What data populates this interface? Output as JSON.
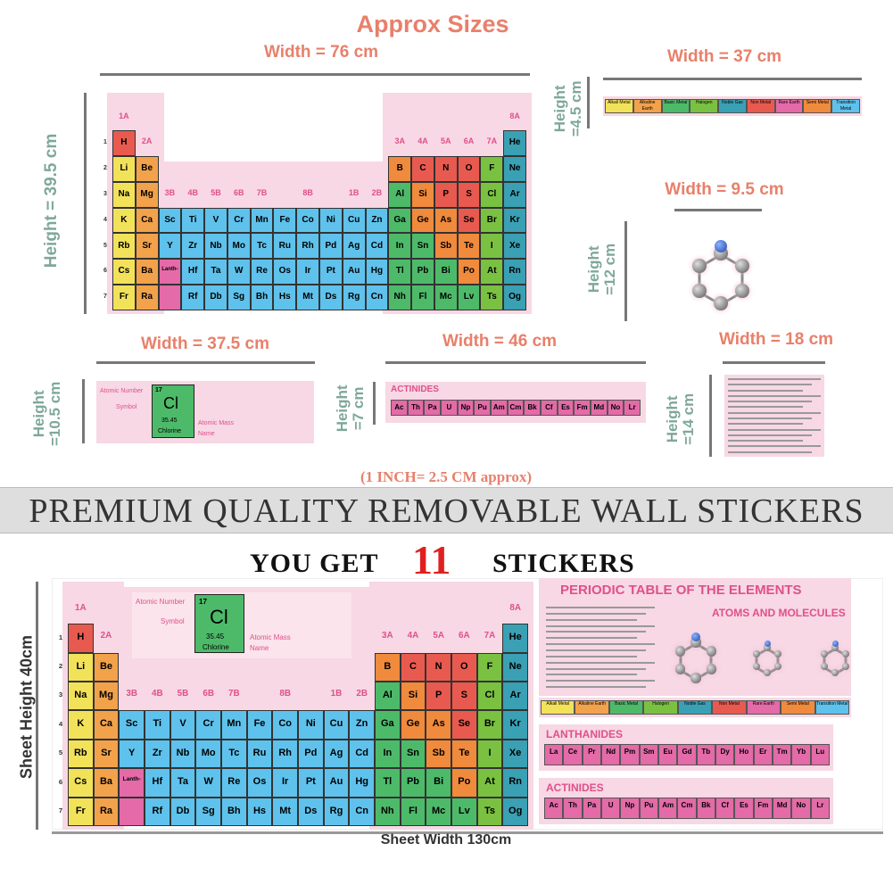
{
  "header": {
    "title": "Approx Sizes",
    "conversion": "(1 INCH= 2.5 CM approx)"
  },
  "stickers": {
    "periodic_table": {
      "width": "Width =  76 cm",
      "height": "Height =  39.5 cm"
    },
    "legend_strip": {
      "width": "Width =  37 cm",
      "height": "Height\n=4.5 cm"
    },
    "molecule": {
      "width": "Width =  9.5 cm",
      "height": "Height\n=12 cm"
    },
    "info_box": {
      "width": "Width =  37.5 cm",
      "height": "Height\n=10.5 cm"
    },
    "actinides": {
      "width": "Width =  46 cm",
      "height": "Height\n=7 cm"
    },
    "info_text": {
      "width": "Width =  18 cm",
      "height": "Height\n=14 cm"
    }
  },
  "banner": {
    "text": "PREMIUM QUALITY REMOVABLE WALL STICKERS",
    "you_get": "YOU GET",
    "count": "11",
    "stickers": "STICKERS"
  },
  "sheet": {
    "height_label": "Sheet Height 40cm",
    "width_label": "Sheet Width 130cm",
    "heading": "PERIODIC TABLE OF THE ELEMENTS",
    "subheading": "ATOMS AND MOLECULES",
    "lanthanides": "LANTHANIDES",
    "actinides": "ACTINIDES",
    "key": {
      "number": "Atomic Number",
      "symbol": "Symbol",
      "mass": "Atomic Mass",
      "name": "Name",
      "z": "17",
      "sym": "Cl",
      "m": "35.45",
      "elname": "Chlorine"
    }
  },
  "legend": [
    "Alkali Metal",
    "Alkaline Earth",
    "Basic Metal",
    "Halogen",
    "Noble Gas",
    "Non Metal",
    "Rare Earth",
    "Semi Metal",
    "Transition Metal"
  ],
  "groups_top": [
    "1A",
    "2A",
    "3A",
    "4A",
    "5A",
    "6A",
    "7A",
    "8A"
  ],
  "groups_mid": [
    "3B",
    "4B",
    "5B",
    "6B",
    "7B",
    "8B",
    "1B",
    "2B"
  ],
  "periods": [
    "1",
    "2",
    "3",
    "4",
    "5",
    "6",
    "7"
  ],
  "elements": [
    {
      "r": 0,
      "c": 0,
      "s": "H",
      "k": "nm"
    },
    {
      "r": 0,
      "c": 17,
      "s": "He",
      "k": "ng"
    },
    {
      "r": 1,
      "c": 0,
      "s": "Li",
      "k": "am"
    },
    {
      "r": 1,
      "c": 1,
      "s": "Be",
      "k": "ae"
    },
    {
      "r": 1,
      "c": 12,
      "s": "B",
      "k": "sm"
    },
    {
      "r": 1,
      "c": 13,
      "s": "C",
      "k": "nm"
    },
    {
      "r": 1,
      "c": 14,
      "s": "N",
      "k": "nm"
    },
    {
      "r": 1,
      "c": 15,
      "s": "O",
      "k": "nm"
    },
    {
      "r": 1,
      "c": 16,
      "s": "F",
      "k": "ha"
    },
    {
      "r": 1,
      "c": 17,
      "s": "Ne",
      "k": "ng"
    },
    {
      "r": 2,
      "c": 0,
      "s": "Na",
      "k": "am"
    },
    {
      "r": 2,
      "c": 1,
      "s": "Mg",
      "k": "ae"
    },
    {
      "r": 2,
      "c": 12,
      "s": "Al",
      "k": "bm"
    },
    {
      "r": 2,
      "c": 13,
      "s": "Si",
      "k": "sm"
    },
    {
      "r": 2,
      "c": 14,
      "s": "P",
      "k": "nm"
    },
    {
      "r": 2,
      "c": 15,
      "s": "S",
      "k": "nm"
    },
    {
      "r": 2,
      "c": 16,
      "s": "Cl",
      "k": "ha"
    },
    {
      "r": 2,
      "c": 17,
      "s": "Ar",
      "k": "ng"
    },
    {
      "r": 3,
      "c": 0,
      "s": "K",
      "k": "am"
    },
    {
      "r": 3,
      "c": 1,
      "s": "Ca",
      "k": "ae"
    },
    {
      "r": 3,
      "c": 2,
      "s": "Sc",
      "k": "tm"
    },
    {
      "r": 3,
      "c": 3,
      "s": "Ti",
      "k": "tm"
    },
    {
      "r": 3,
      "c": 4,
      "s": "V",
      "k": "tm"
    },
    {
      "r": 3,
      "c": 5,
      "s": "Cr",
      "k": "tm"
    },
    {
      "r": 3,
      "c": 6,
      "s": "Mn",
      "k": "tm"
    },
    {
      "r": 3,
      "c": 7,
      "s": "Fe",
      "k": "tm"
    },
    {
      "r": 3,
      "c": 8,
      "s": "Co",
      "k": "tm"
    },
    {
      "r": 3,
      "c": 9,
      "s": "Ni",
      "k": "tm"
    },
    {
      "r": 3,
      "c": 10,
      "s": "Cu",
      "k": "tm"
    },
    {
      "r": 3,
      "c": 11,
      "s": "Zn",
      "k": "tm"
    },
    {
      "r": 3,
      "c": 12,
      "s": "Ga",
      "k": "bm"
    },
    {
      "r": 3,
      "c": 13,
      "s": "Ge",
      "k": "sm"
    },
    {
      "r": 3,
      "c": 14,
      "s": "As",
      "k": "sm"
    },
    {
      "r": 3,
      "c": 15,
      "s": "Se",
      "k": "nm"
    },
    {
      "r": 3,
      "c": 16,
      "s": "Br",
      "k": "ha"
    },
    {
      "r": 3,
      "c": 17,
      "s": "Kr",
      "k": "ng"
    },
    {
      "r": 4,
      "c": 0,
      "s": "Rb",
      "k": "am"
    },
    {
      "r": 4,
      "c": 1,
      "s": "Sr",
      "k": "ae"
    },
    {
      "r": 4,
      "c": 2,
      "s": "Y",
      "k": "tm"
    },
    {
      "r": 4,
      "c": 3,
      "s": "Zr",
      "k": "tm"
    },
    {
      "r": 4,
      "c": 4,
      "s": "Nb",
      "k": "tm"
    },
    {
      "r": 4,
      "c": 5,
      "s": "Mo",
      "k": "tm"
    },
    {
      "r": 4,
      "c": 6,
      "s": "Tc",
      "k": "tm"
    },
    {
      "r": 4,
      "c": 7,
      "s": "Ru",
      "k": "tm"
    },
    {
      "r": 4,
      "c": 8,
      "s": "Rh",
      "k": "tm"
    },
    {
      "r": 4,
      "c": 9,
      "s": "Pd",
      "k": "tm"
    },
    {
      "r": 4,
      "c": 10,
      "s": "Ag",
      "k": "tm"
    },
    {
      "r": 4,
      "c": 11,
      "s": "Cd",
      "k": "tm"
    },
    {
      "r": 4,
      "c": 12,
      "s": "In",
      "k": "bm"
    },
    {
      "r": 4,
      "c": 13,
      "s": "Sn",
      "k": "bm"
    },
    {
      "r": 4,
      "c": 14,
      "s": "Sb",
      "k": "sm"
    },
    {
      "r": 4,
      "c": 15,
      "s": "Te",
      "k": "sm"
    },
    {
      "r": 4,
      "c": 16,
      "s": "I",
      "k": "ha"
    },
    {
      "r": 4,
      "c": 17,
      "s": "Xe",
      "k": "ng"
    },
    {
      "r": 5,
      "c": 0,
      "s": "Cs",
      "k": "am"
    },
    {
      "r": 5,
      "c": 1,
      "s": "Ba",
      "k": "ae"
    },
    {
      "r": 5,
      "c": 2,
      "s": "Lanth-",
      "k": "re"
    },
    {
      "r": 5,
      "c": 3,
      "s": "Hf",
      "k": "tm"
    },
    {
      "r": 5,
      "c": 4,
      "s": "Ta",
      "k": "tm"
    },
    {
      "r": 5,
      "c": 5,
      "s": "W",
      "k": "tm"
    },
    {
      "r": 5,
      "c": 6,
      "s": "Re",
      "k": "tm"
    },
    {
      "r": 5,
      "c": 7,
      "s": "Os",
      "k": "tm"
    },
    {
      "r": 5,
      "c": 8,
      "s": "Ir",
      "k": "tm"
    },
    {
      "r": 5,
      "c": 9,
      "s": "Pt",
      "k": "tm"
    },
    {
      "r": 5,
      "c": 10,
      "s": "Au",
      "k": "tm"
    },
    {
      "r": 5,
      "c": 11,
      "s": "Hg",
      "k": "tm"
    },
    {
      "r": 5,
      "c": 12,
      "s": "Tl",
      "k": "bm"
    },
    {
      "r": 5,
      "c": 13,
      "s": "Pb",
      "k": "bm"
    },
    {
      "r": 5,
      "c": 14,
      "s": "Bi",
      "k": "bm"
    },
    {
      "r": 5,
      "c": 15,
      "s": "Po",
      "k": "sm"
    },
    {
      "r": 5,
      "c": 16,
      "s": "At",
      "k": "ha"
    },
    {
      "r": 5,
      "c": 17,
      "s": "Rn",
      "k": "ng"
    },
    {
      "r": 6,
      "c": 0,
      "s": "Fr",
      "k": "am"
    },
    {
      "r": 6,
      "c": 1,
      "s": "Ra",
      "k": "ae"
    },
    {
      "r": 6,
      "c": 2,
      "s": "",
      "k": "re"
    },
    {
      "r": 6,
      "c": 3,
      "s": "Rf",
      "k": "tm"
    },
    {
      "r": 6,
      "c": 4,
      "s": "Db",
      "k": "tm"
    },
    {
      "r": 6,
      "c": 5,
      "s": "Sg",
      "k": "tm"
    },
    {
      "r": 6,
      "c": 6,
      "s": "Bh",
      "k": "tm"
    },
    {
      "r": 6,
      "c": 7,
      "s": "Hs",
      "k": "tm"
    },
    {
      "r": 6,
      "c": 8,
      "s": "Mt",
      "k": "tm"
    },
    {
      "r": 6,
      "c": 9,
      "s": "Ds",
      "k": "tm"
    },
    {
      "r": 6,
      "c": 10,
      "s": "Rg",
      "k": "tm"
    },
    {
      "r": 6,
      "c": 11,
      "s": "Cn",
      "k": "tm"
    },
    {
      "r": 6,
      "c": 12,
      "s": "Nh",
      "k": "bm"
    },
    {
      "r": 6,
      "c": 13,
      "s": "Fl",
      "k": "bm"
    },
    {
      "r": 6,
      "c": 14,
      "s": "Mc",
      "k": "bm"
    },
    {
      "r": 6,
      "c": 15,
      "s": "Lv",
      "k": "bm"
    },
    {
      "r": 6,
      "c": 16,
      "s": "Ts",
      "k": "ha"
    },
    {
      "r": 6,
      "c": 17,
      "s": "Og",
      "k": "ng"
    }
  ],
  "lanthanide_symbols": [
    "La",
    "Ce",
    "Pr",
    "Nd",
    "Pm",
    "Sm",
    "Eu",
    "Gd",
    "Tb",
    "Dy",
    "Ho",
    "Er",
    "Tm",
    "Yb",
    "Lu"
  ],
  "actinide_symbols": [
    "Ac",
    "Th",
    "Pa",
    "U",
    "Np",
    "Pu",
    "Am",
    "Cm",
    "Bk",
    "Cf",
    "Es",
    "Fm",
    "Md",
    "No",
    "Lr"
  ],
  "colors": {
    "am": "#f2e25a",
    "ae": "#f2a24a",
    "tm": "#5ec2ec",
    "bm": "#4dba6a",
    "sm": "#f08a3c",
    "nm": "#e85a4f",
    "ha": "#7ac142",
    "ng": "#3aa0b4",
    "re": "#e46aa8",
    "salmon": "#e8806b",
    "teal": "#7fa89a",
    "pink": "#e0508a"
  }
}
